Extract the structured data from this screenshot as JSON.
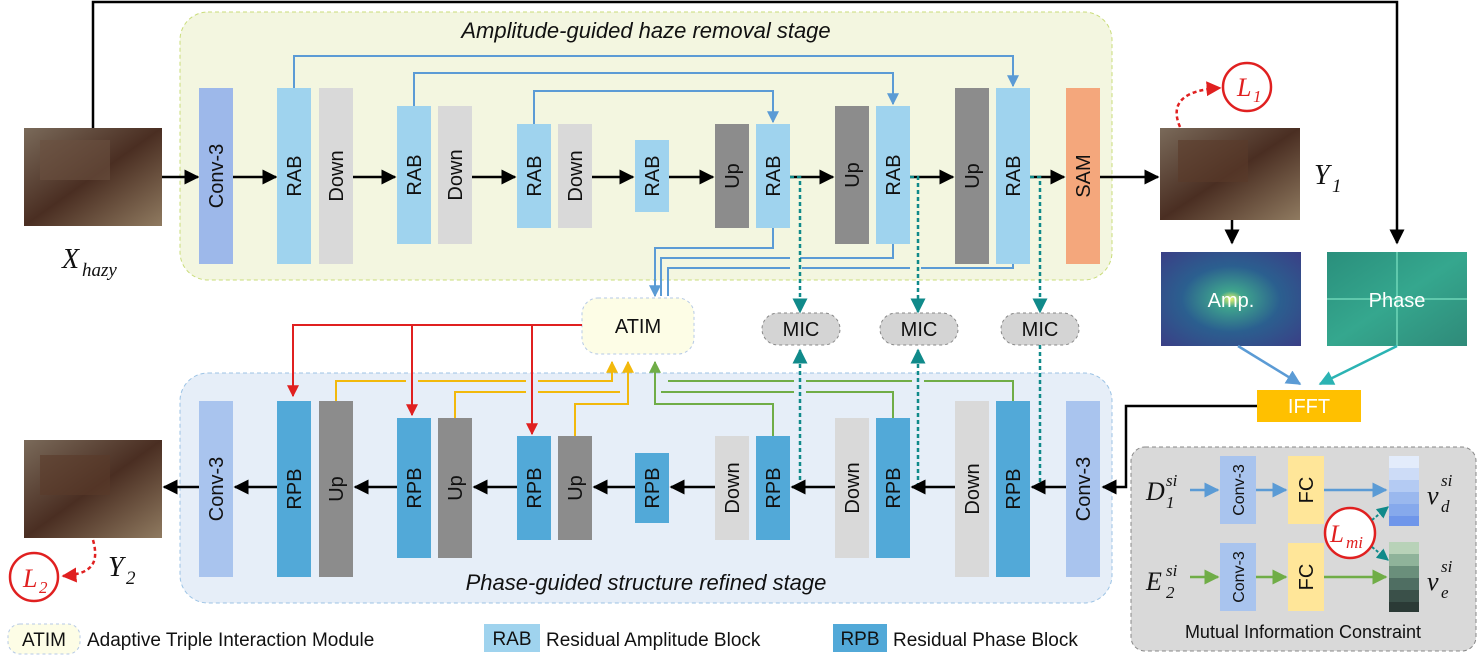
{
  "stages": {
    "amplitude_title": "Amplitude-guided haze removal stage",
    "phase_title": "Phase-guided structure refined stage"
  },
  "blocks": {
    "conv3": "Conv-3",
    "rab": "RAB",
    "rpb": "RPB",
    "down": "Down",
    "up": "Up",
    "sam": "SAM",
    "atim": "ATIM",
    "mic": "MIC",
    "ifft": "IFFT",
    "fc": "FC",
    "amp": "Amp.",
    "phase": "Phase"
  },
  "math": {
    "x_hazy_main": "X",
    "x_hazy_sub": "hazy",
    "y1_main": "Y",
    "y1_sub": "1",
    "y2_main": "Y",
    "y2_sub": "2",
    "l1_main": "L",
    "l1_sub": "1",
    "l2_main": "L",
    "l2_sub": "2",
    "lmi_main": "L",
    "lmi_sub": "mi",
    "d_main": "D",
    "d_sub": "1",
    "d_sup": "si",
    "e_main": "E",
    "e_sub": "2",
    "e_sup": "si",
    "vd_main": "v",
    "vd_sub": "d",
    "vd_sup": "si",
    "ve_main": "v",
    "ve_sub": "e",
    "ve_sup": "si"
  },
  "mic_panel": {
    "title": "Mutual Information Constraint"
  },
  "legend": {
    "atim_abbr": "ATIM",
    "atim_text": "Adaptive Triple Interaction Module",
    "rab_abbr": "RAB",
    "rab_text": "Residual Amplitude Block",
    "rpb_abbr": "RPB",
    "rpb_text": "Residual Phase Block"
  },
  "colors": {
    "amp_stage_bg": "#f3f6e0",
    "phase_stage_bg": "#e6eef8",
    "rab": "#9fd3ee",
    "rpb": "#52a9d8",
    "down": "#d9d9d9",
    "up": "#8c8c8c",
    "sam": "#f4a77c",
    "conv3_top": "#9db8ea",
    "conv3_bottom": "#a9c4ee",
    "ifft": "#ffc000",
    "fc": "#ffe699",
    "red": "#e02020",
    "yellow": "#f2b90c",
    "green": "#70ad47",
    "teal": "#108a8a",
    "blue_line": "#5b9bd5"
  }
}
